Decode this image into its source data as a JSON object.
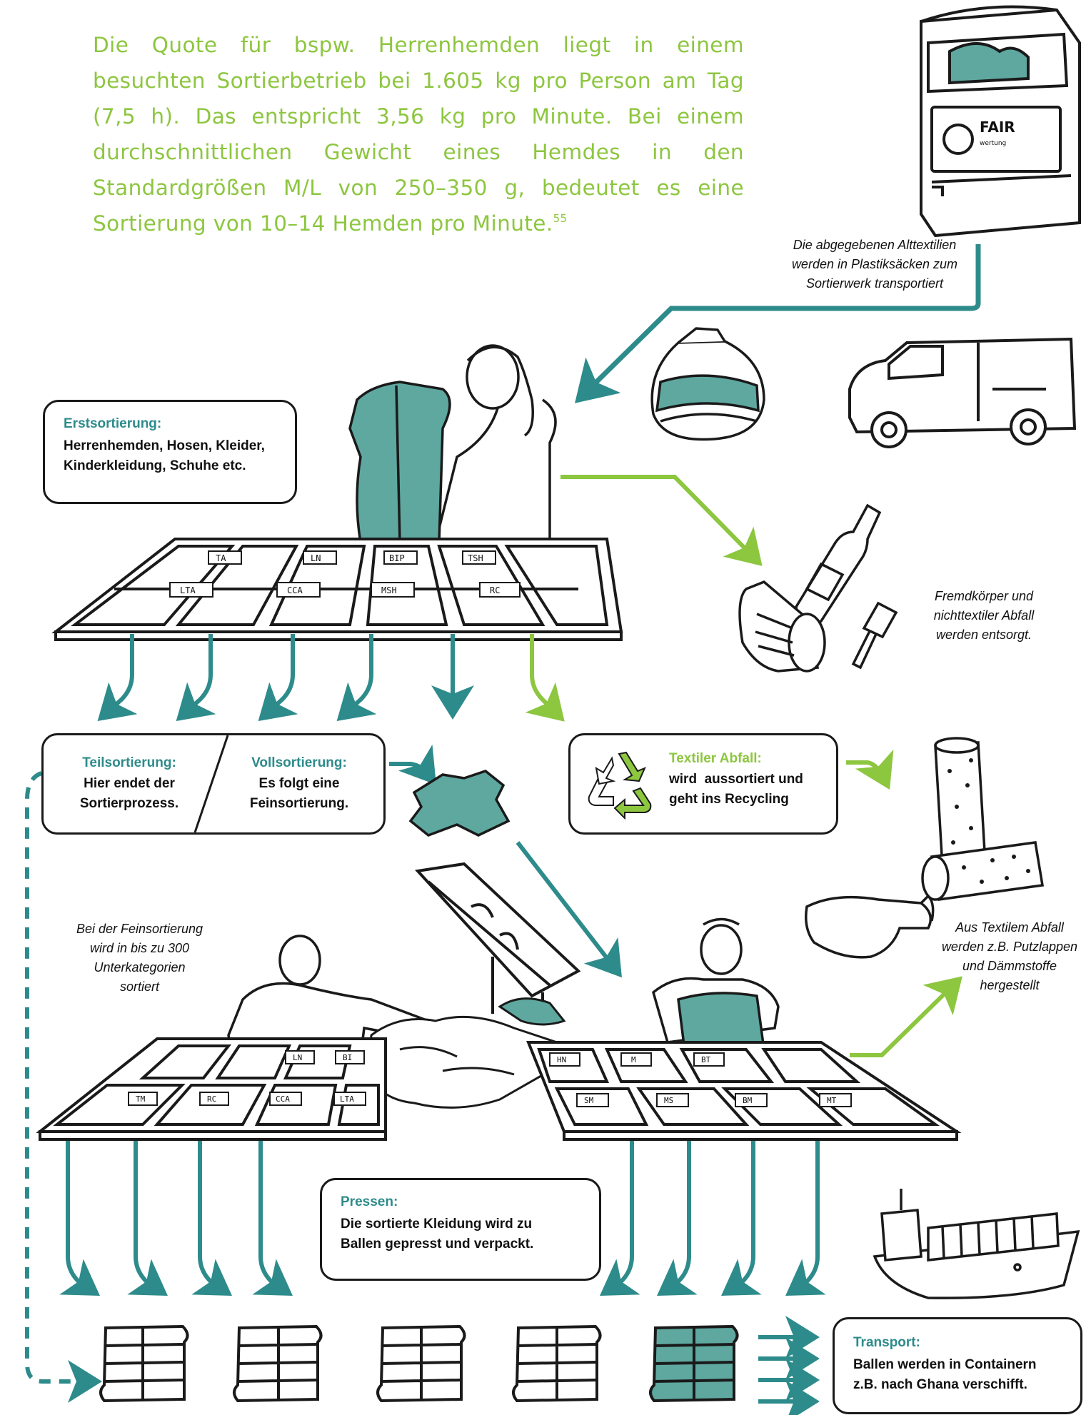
{
  "intro": {
    "text": "Die Quote für bspw. Herrenhemden liegt in einem besuchten Sortierbetrieb bei 1.605 kg pro Person am Tag (7,5 h). Das entspricht 3,56 kg pro Minute. Bei einem durchschnittlichen Gewicht eines Hemdes in den Standardgrößen M/L von 250–350 g, bedeutet es eine Sortierung von 10–14 Hemden pro Minute.",
    "footnote": "55"
  },
  "container": {
    "brand": "FAIR",
    "brand_sub": "wertung"
  },
  "captions": {
    "collection": [
      "Die abgegebenen Alttextilien",
      "werden in Plastiksäcken zum",
      "Sortierwerk transportiert"
    ],
    "foreign": [
      "Fremdkörper und",
      "nichttextiler Abfall",
      "werden entsorgt."
    ],
    "fine_sorting": [
      "Bei der Feinsortierung",
      "wird in bis zu 300",
      "Unterkategorien",
      "sortiert"
    ],
    "textile_products": [
      "Aus Textilem Abfall",
      "werden z.B. Putzlappen",
      "und Dämmstoffe",
      "hergestellt"
    ]
  },
  "boxes": {
    "erstsortierung": {
      "title": "Erstsortierung:",
      "text": [
        "Herrenhemden, Hosen, Kleider,",
        "Kinderkleidung, Schuhe etc."
      ]
    },
    "teilsortierung": {
      "title": "Teilsortierung:",
      "text": [
        "Hier endet der",
        "Sortierprozess."
      ]
    },
    "vollsortierung": {
      "title": "Vollsortierung:",
      "text": [
        "Es folgt eine",
        "Feinsortierung."
      ]
    },
    "textiler_abfall": {
      "title": "Textiler Abfall:",
      "text": [
        "wird  aussortiert und",
        "geht ins Recycling"
      ]
    },
    "pressen": {
      "title": "Pressen:",
      "text": [
        "Die sortierte Kleidung wird zu",
        "Ballen gepresst und verpackt."
      ]
    },
    "transport": {
      "title": "Transport:",
      "text": [
        "Ballen werden in Containern",
        "z.B. nach Ghana verschifft."
      ]
    }
  },
  "bin_labels": {
    "first_table": [
      "TA",
      "LN",
      "BIP",
      "TSH",
      "LTA",
      "CCA",
      "MSH",
      "RC"
    ],
    "left_table": [
      "TM",
      "LN",
      "BI",
      "RC",
      "CCA",
      "LTA"
    ],
    "right_table": [
      "HN",
      "M",
      "BT",
      "SM",
      "MS",
      "BM",
      "MT"
    ]
  },
  "colors": {
    "teal": "#2e8b8b",
    "green": "#8dc63f",
    "ink": "#1a1a1a",
    "fill": "#5ea8a0"
  }
}
